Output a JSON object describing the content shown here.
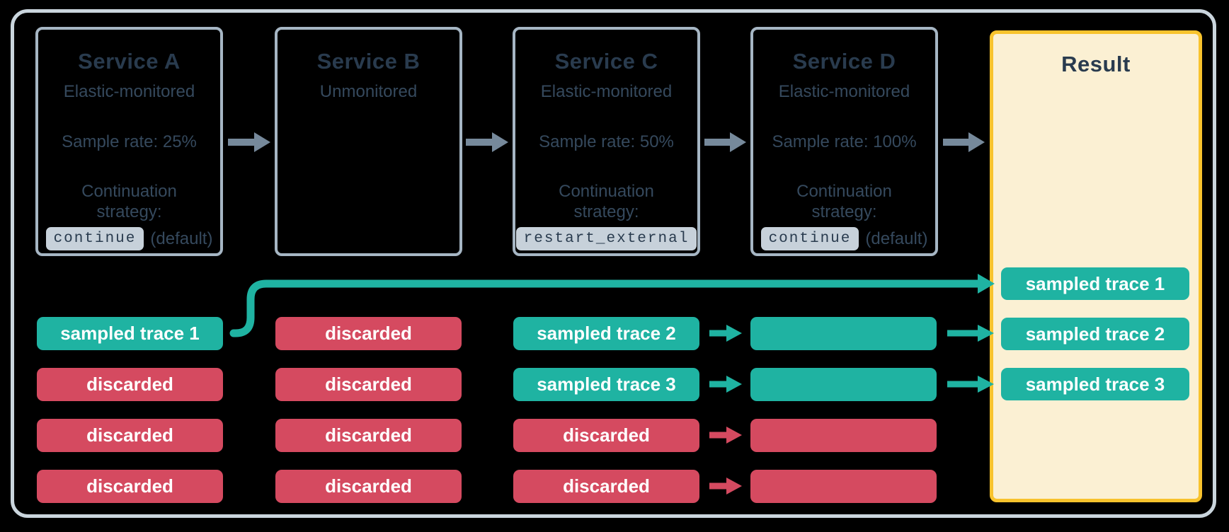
{
  "colors": {
    "teal": "#1fb3a2",
    "red": "#d54a60",
    "yellow": "#f8c32d",
    "cream": "#fbf0d3",
    "frame-border": "#cad5dd",
    "box-border": "#a6b6c4",
    "title-color": "#293b4e",
    "body-color": "#35495d",
    "code-bg": "#c7d1da",
    "arrow-gray": "#76899b",
    "chip-text": "#ffffff"
  },
  "services": [
    {
      "title": "Service A",
      "subtitle": "Elastic-monitored",
      "sample_rate": "Sample rate: 25%",
      "strategy_label": "Continuation strategy:",
      "strategy_code": "continue",
      "strategy_suffix": "(default)"
    },
    {
      "title": "Service B",
      "subtitle": "Unmonitored"
    },
    {
      "title": "Service C",
      "subtitle": "Elastic-monitored",
      "sample_rate": "Sample rate: 50%",
      "strategy_label": "Continuation strategy:",
      "strategy_code": "restart_external"
    },
    {
      "title": "Service D",
      "subtitle": "Elastic-monitored",
      "sample_rate": "Sample rate: 100%",
      "strategy_label": "Continuation strategy:",
      "strategy_code": "continue",
      "strategy_suffix": "(default)"
    }
  ],
  "result": {
    "title": "Result",
    "chips": [
      {
        "label": "sampled trace 1",
        "type": "sampled"
      },
      {
        "label": "sampled trace 2",
        "type": "sampled"
      },
      {
        "label": "sampled trace 3",
        "type": "sampled"
      }
    ]
  },
  "trace_columns": {
    "a": [
      {
        "label": "sampled trace 1",
        "type": "sampled"
      },
      {
        "label": "discarded",
        "type": "discarded"
      },
      {
        "label": "discarded",
        "type": "discarded"
      },
      {
        "label": "discarded",
        "type": "discarded"
      }
    ],
    "b": [
      {
        "label": "discarded",
        "type": "discarded"
      },
      {
        "label": "discarded",
        "type": "discarded"
      },
      {
        "label": "discarded",
        "type": "discarded"
      },
      {
        "label": "discarded",
        "type": "discarded"
      }
    ],
    "c": [
      {
        "label": "sampled trace 2",
        "type": "sampled"
      },
      {
        "label": "sampled trace 3",
        "type": "sampled"
      },
      {
        "label": "discarded",
        "type": "discarded"
      },
      {
        "label": "discarded",
        "type": "discarded"
      }
    ],
    "d": [
      {
        "label": "",
        "type": "sampled"
      },
      {
        "label": "",
        "type": "sampled"
      },
      {
        "label": "",
        "type": "discarded"
      },
      {
        "label": "",
        "type": "discarded"
      }
    ]
  }
}
